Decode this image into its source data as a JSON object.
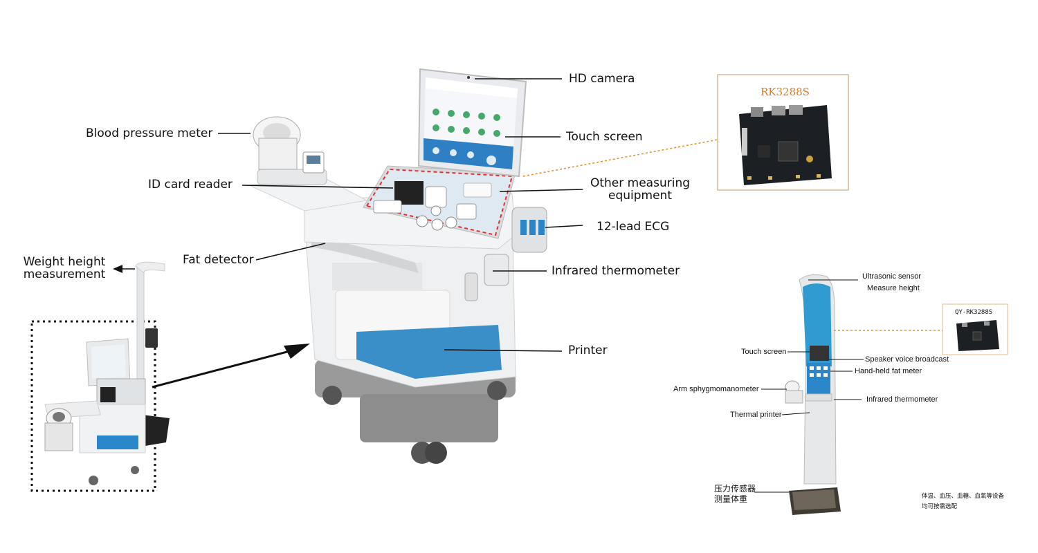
{
  "main_device": {
    "labels": {
      "hd_camera": "HD camera",
      "touch_screen": "Touch screen",
      "blood_pressure_meter": "Blood pressure meter",
      "id_card_reader": "ID card reader",
      "other_measuring_line1": "Other measuring",
      "other_measuring_line2": "equipment",
      "ecg": "12-lead ECG",
      "fat_detector": "Fat detector",
      "infrared_thermometer": "Infrared thermometer",
      "printer": "Printer",
      "weight_height_line1": "Weight height",
      "weight_height_line2": "measurement"
    },
    "board_title": "RK3288S"
  },
  "height_scale": {
    "board_title": "QY-RK3288S",
    "labels": {
      "ultrasonic_sensor": "Ultrasonic sensor",
      "measure_height": "Measure height",
      "touch_screen": "Touch screen",
      "speaker": "Speaker voice broadcast",
      "fat_meter": "Hand-held fat meter",
      "arm_sphyg": "Arm sphygmomanometer",
      "infrared_thermometer": "Infrared thermometer",
      "thermal_printer": "Thermal printer",
      "pressure_sensor_line1": "压力传感器",
      "pressure_sensor_line2": "测量体重",
      "note_line1": "体温、血压、血糖、血氧等设备",
      "note_line2": "均可按需选配"
    }
  },
  "colors": {
    "accent_orange": "#e8912a",
    "device_blue": "#2a86c8"
  }
}
